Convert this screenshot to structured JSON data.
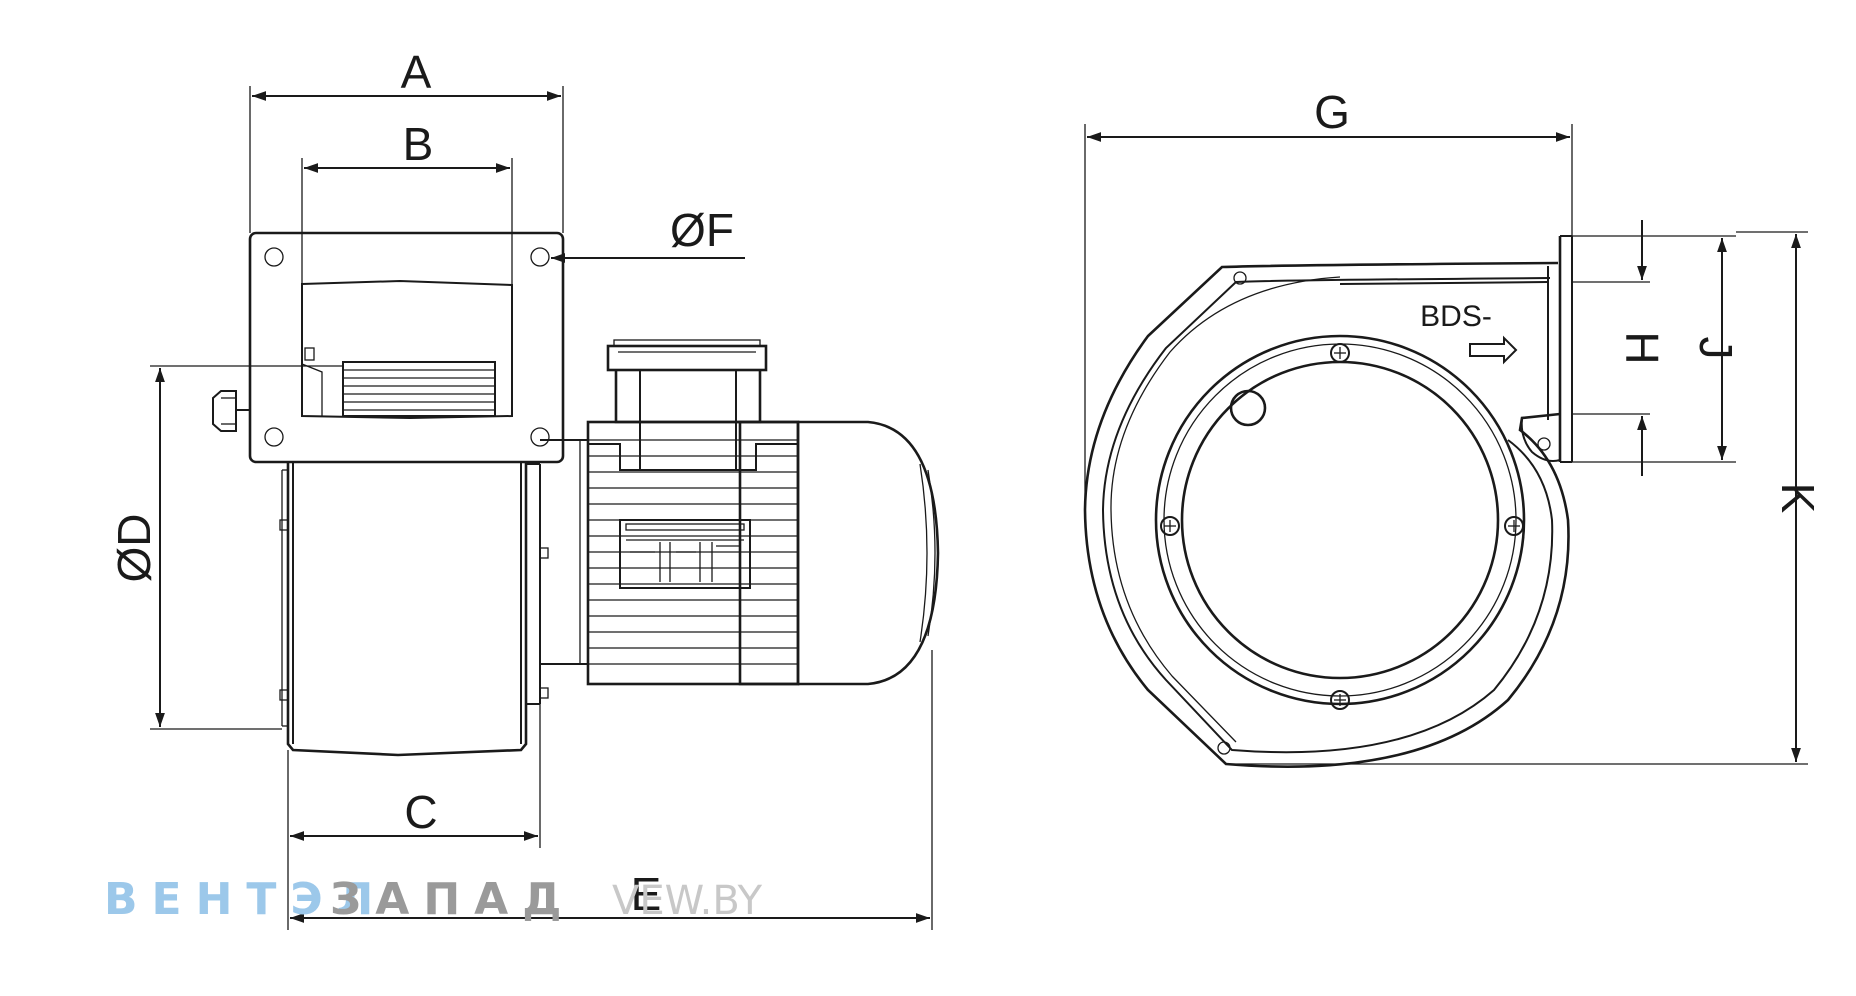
{
  "labels": {
    "A": "A",
    "B": "B",
    "C": "C",
    "D": "ØD",
    "E": "E",
    "F": "ØF",
    "G": "G",
    "H": "H",
    "J": "J",
    "K": "K",
    "model": "BDS-"
  },
  "watermark": {
    "brand_part1": "ВЕНТЭЛ",
    "brand_part2": "ЗАПАД",
    "site": "VEW.BY"
  },
  "colors": {
    "line": "#1a1a1a",
    "watermark_blue": "#9cc8ea",
    "watermark_grey": "#9a9a9a"
  }
}
